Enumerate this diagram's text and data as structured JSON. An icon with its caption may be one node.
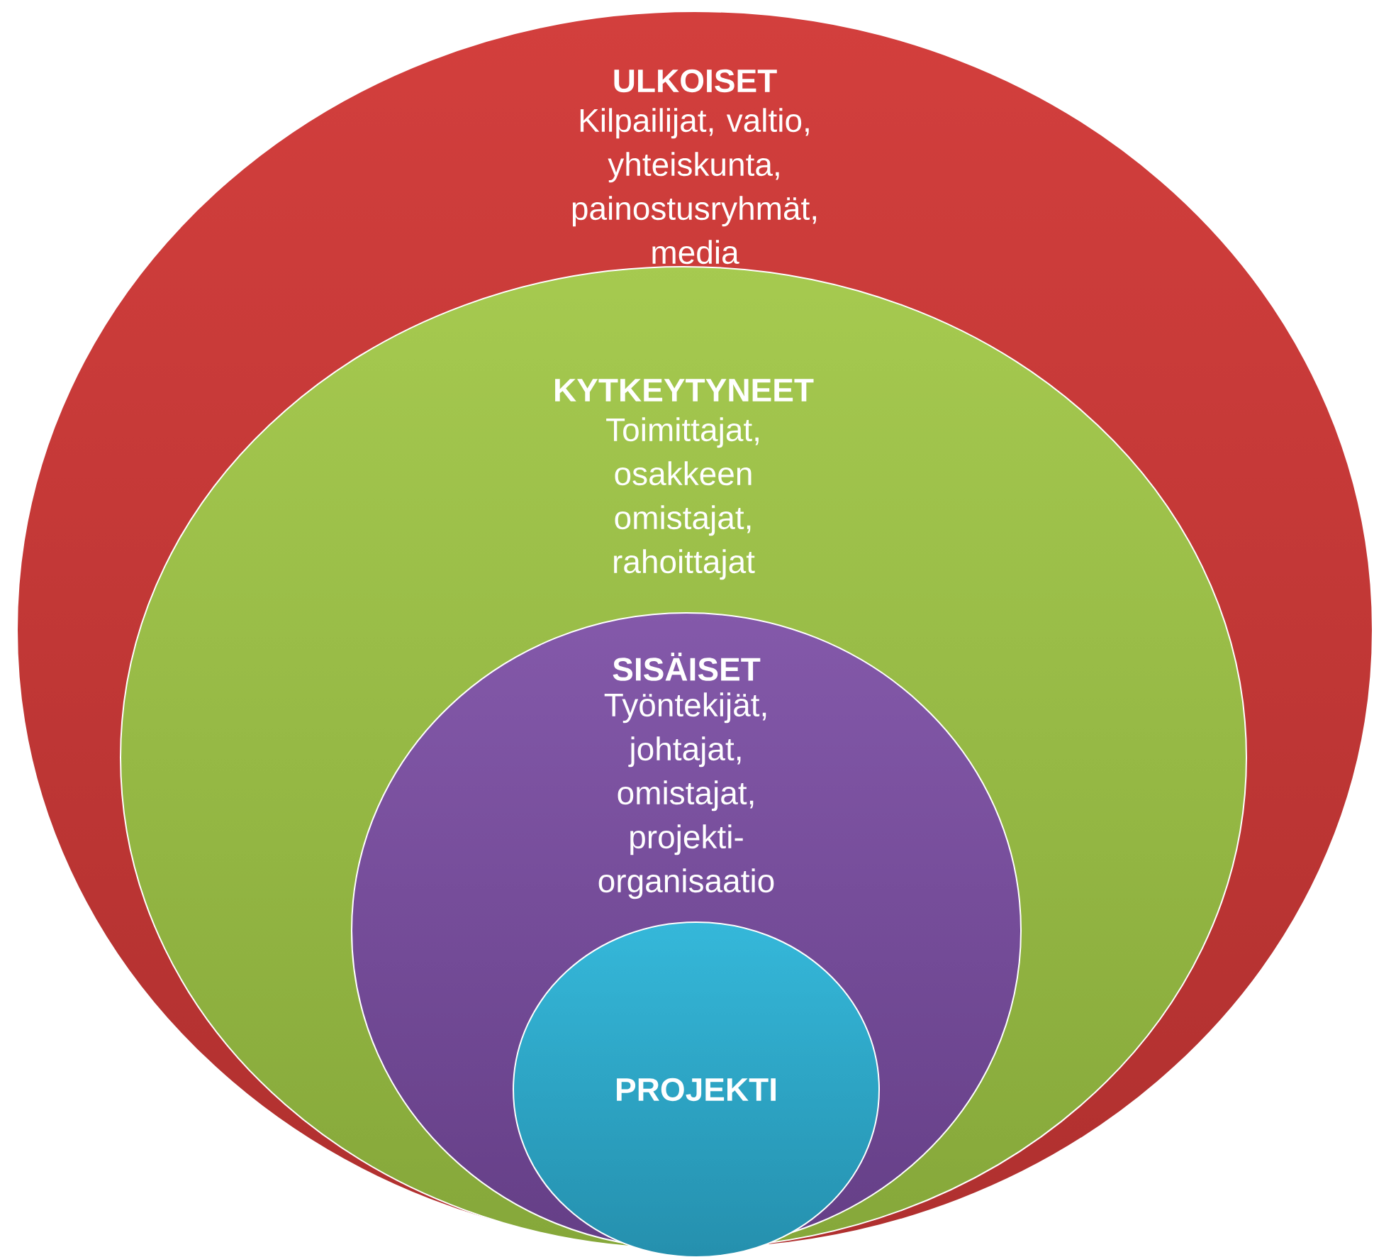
{
  "diagram": {
    "nodes": [
      {
        "text": [
          "ULKOISET",
          "Kilpailijat, valtio, yhteiskunta, painostusryhmät, media"
        ]
      },
      {
        "text": [
          "KYTKEYTYNEET",
          "Toimittajat, osakkeen omistajat, rahoittajat"
        ],
        "in": 0
      },
      {
        "text": [
          "SISÄISET",
          "Työntekijät, johtajat, omistajat, projekti-organisaatio"
        ],
        "in": 1
      },
      {
        "text": [
          "PROJEKTI"
        ],
        "in": 2
      }
    ]
  }
}
